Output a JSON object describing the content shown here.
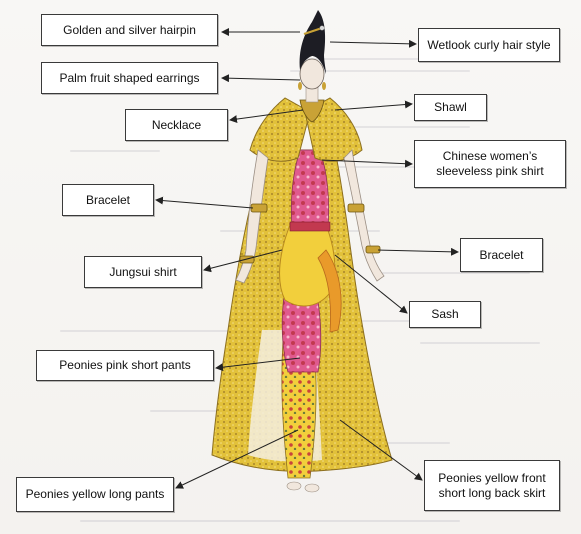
{
  "labels": {
    "hairpin": "Golden and silver hairpin",
    "hair_style": "Wetlook curly hair style",
    "earrings": "Palm fruit shaped earrings",
    "necklace": "Necklace",
    "shawl": "Shawl",
    "sleeveless_shirt": "Chinese women’s sleeveless pink shirt",
    "bracelet_left": "Bracelet",
    "bracelet_right": "Bracelet",
    "jungsui_shirt": "Jungsui shirt",
    "sash": "Sash",
    "short_pants": "Peonies pink short pants",
    "long_pants": "Peonies yellow long pants",
    "skirt": "Peonies yellow front short long back skirt"
  },
  "colors": {
    "robe_gold": "#e2c13a",
    "robe_dark": "#a8862a",
    "shirt_pink": "#e05a8e",
    "shirt_red": "#c2394f",
    "sash_yellow": "#f2cf3c",
    "sash_orange": "#e99a2a",
    "hair_black": "#1d1d24",
    "skin": "#f1e7dd"
  }
}
